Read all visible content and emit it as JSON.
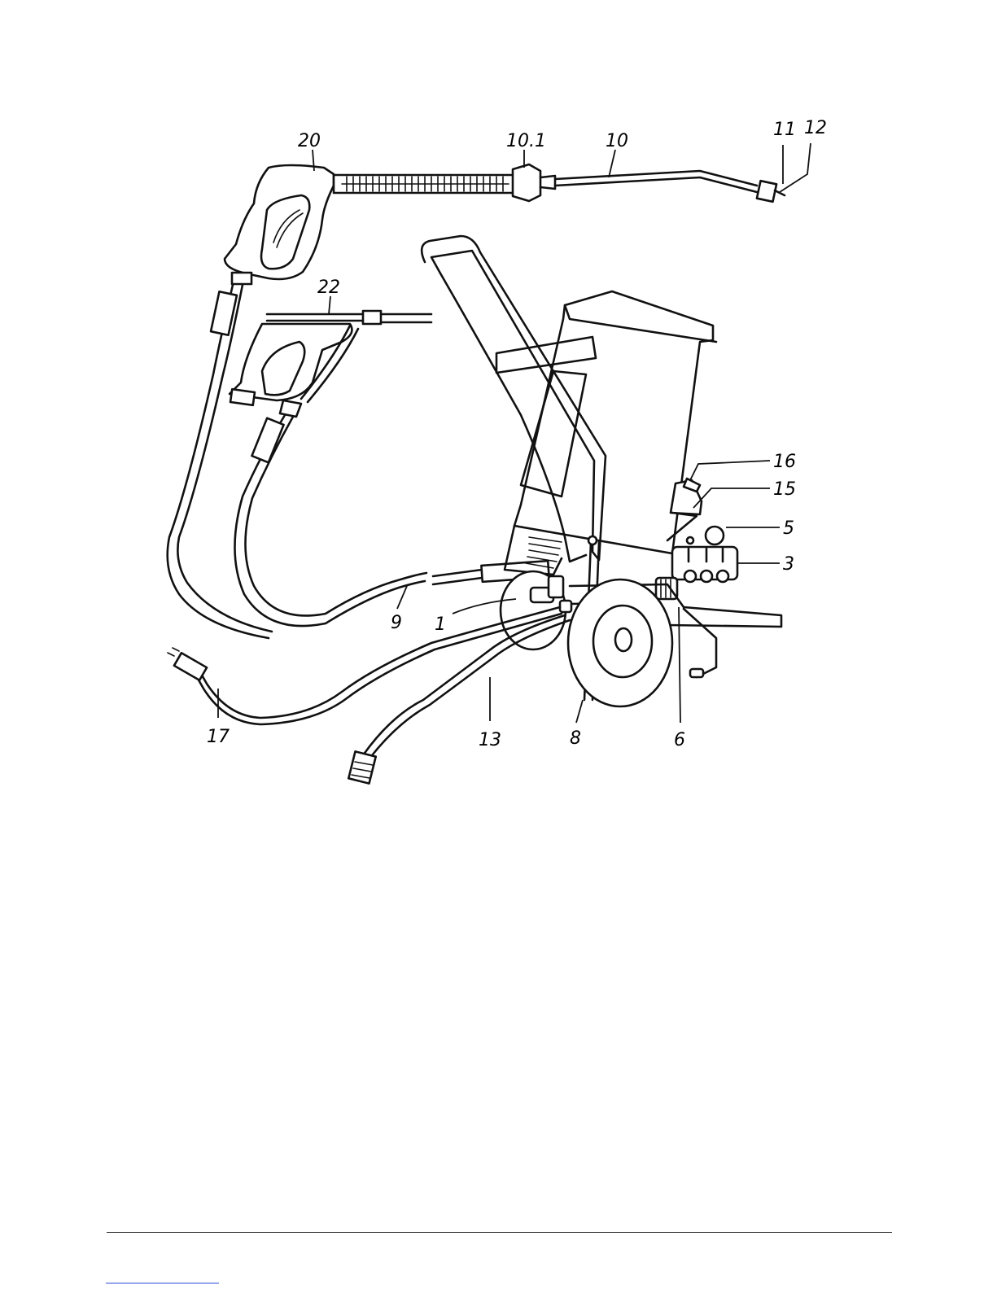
{
  "diagram": {
    "callouts": [
      {
        "id": "c20",
        "text": "20"
      },
      {
        "id": "c10_1",
        "text": "10.1"
      },
      {
        "id": "c10",
        "text": "10"
      },
      {
        "id": "c11",
        "text": "11"
      },
      {
        "id": "c12",
        "text": "12"
      },
      {
        "id": "c22",
        "text": "22"
      },
      {
        "id": "c16",
        "text": "16"
      },
      {
        "id": "c15",
        "text": "15"
      },
      {
        "id": "c5",
        "text": "5"
      },
      {
        "id": "c3",
        "text": "3"
      },
      {
        "id": "c1",
        "text": "1"
      },
      {
        "id": "c9",
        "text": "9"
      },
      {
        "id": "c17",
        "text": "17"
      },
      {
        "id": "c13",
        "text": "13"
      },
      {
        "id": "c8",
        "text": "8"
      },
      {
        "id": "c6",
        "text": "6"
      }
    ]
  },
  "colors": {
    "ink": "#111111",
    "background": "#ffffff",
    "footer_rule": "#333333",
    "footer_link": "#2b4bd8"
  }
}
